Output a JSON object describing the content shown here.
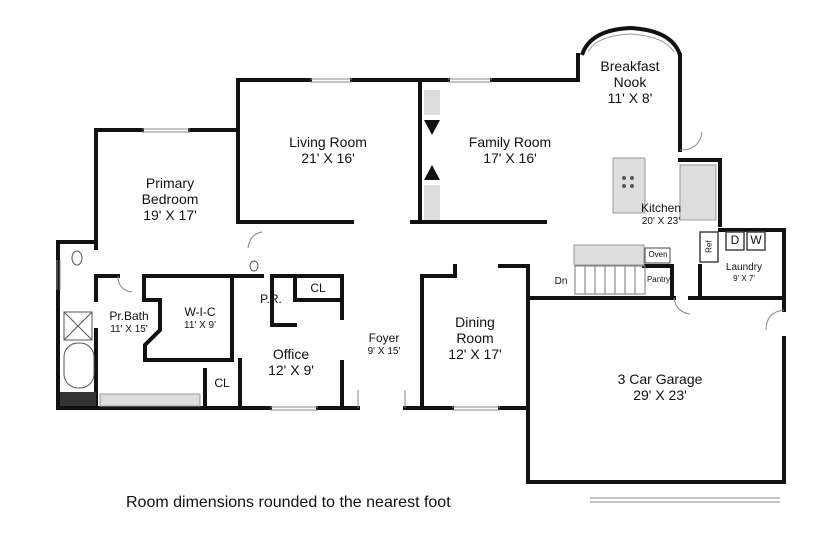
{
  "rooms": {
    "breakfast_nook": {
      "name": "Breakfast\nNook",
      "dim": "11' X 8'"
    },
    "living_room": {
      "name": "Living Room",
      "dim": "21' X 16'"
    },
    "family_room": {
      "name": "Family Room",
      "dim": "17' X 16'"
    },
    "primary_bedroom": {
      "name": "Primary\nBedroom",
      "dim": "19' X 17'"
    },
    "kitchen": {
      "name": "Kitchen",
      "dim": "20' X 23'"
    },
    "pr_bath": {
      "name": "Pr.Bath",
      "dim": "11' X 15'"
    },
    "wic": {
      "name": "W-I-C",
      "dim": "11' X 9'"
    },
    "pr": {
      "name": "P.R."
    },
    "cl_top": {
      "name": "CL"
    },
    "cl_bottom": {
      "name": "CL"
    },
    "office": {
      "name": "Office",
      "dim": "12' X 9'"
    },
    "foyer": {
      "name": "Foyer",
      "dim": "9' X 15'"
    },
    "dining_room": {
      "name": "Dining\nRoom",
      "dim": "12' X 17'"
    },
    "laundry": {
      "name": "Laundry",
      "dim": "9' X 7'"
    },
    "garage": {
      "name": "3 Car Garage",
      "dim": "29' X 23'"
    }
  },
  "fixtures": {
    "oven": "Oven",
    "pantry": "Pantry",
    "ref": "Ref",
    "dn": "Dn",
    "d": "D",
    "w": "W"
  },
  "caption": "Room dimensions rounded to the nearest foot"
}
